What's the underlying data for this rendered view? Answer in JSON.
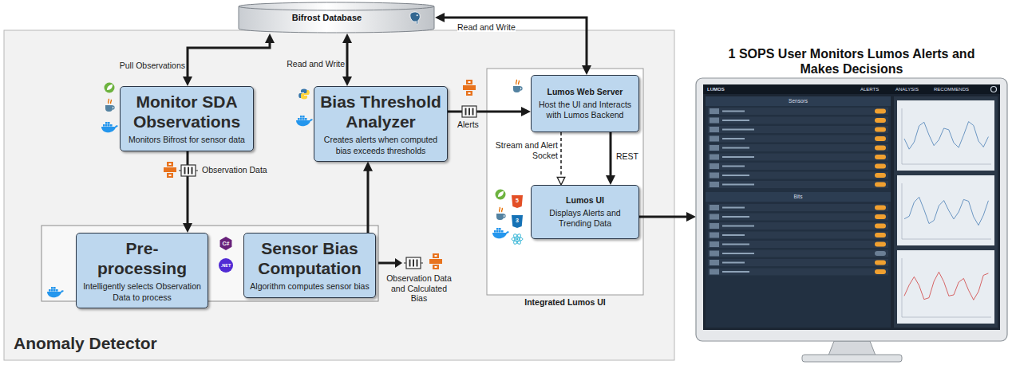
{
  "diagram": {
    "nodes": [
      {
        "text": [
          "Bifrost Database"
        ]
      },
      {
        "text": [
          "Anomaly Detector"
        ]
      },
      {
        "text": [
          "Monitor SDA Observations",
          "Monitors Bifrost for sensor data"
        ],
        "in": 1
      },
      {
        "text": [
          "Bias Threshold Analyzer",
          "Creates alerts when computed bias exceeds thresholds"
        ],
        "in": 1
      },
      {
        "text": [
          "Pre-processing",
          "Intelligently selects Observation Data to process"
        ],
        "in": 1
      },
      {
        "text": [
          "Sensor Bias Computation",
          "Algorithm computes sensor bias"
        ],
        "in": 1
      },
      {
        "text": [
          "Integrated Lumos UI"
        ],
        "in": 1
      },
      {
        "text": [
          "Lumos Web Server",
          "Host the UI and Interacts with Lumos Backend"
        ],
        "in": 6
      },
      {
        "text": [
          "Lumos UI",
          "Displays Alerts and Trending Data"
        ],
        "in": 6
      },
      {
        "text": [
          "1 SOPS User Monitors Lumos Alerts and Makes Decisions"
        ]
      }
    ],
    "edges": [
      {
        "from": 0,
        "to": 2,
        "arrow": "both",
        "label": "Pull Observations"
      },
      {
        "from": 3,
        "to": 0,
        "arrow": "both",
        "label": "Read and Write"
      },
      {
        "from": 7,
        "to": 0,
        "arrow": "both",
        "label": "Read and Write"
      },
      {
        "from": 2,
        "to": 4,
        "arrow": "to",
        "label": "Observation Data"
      },
      {
        "from": 5,
        "to": 3,
        "arrow": "to",
        "label": "Observation Data and Calculated Bias"
      },
      {
        "from": 3,
        "to": 7,
        "arrow": "to",
        "label": "Alerts"
      },
      {
        "from": 7,
        "to": 8,
        "arrow": "to",
        "label": "Stream and Alert Socket"
      },
      {
        "from": 7,
        "to": 8,
        "arrow": "to",
        "label": "REST"
      },
      {
        "from": 8,
        "to": 9,
        "arrow": "to"
      }
    ],
    "labels": [
      "C#",
      ".NET",
      "5",
      "3",
      "LUMOS",
      "ALERTS",
      "ANALYSIS",
      "RECOMMENDS",
      "Sensors",
      "Bits"
    ]
  }
}
